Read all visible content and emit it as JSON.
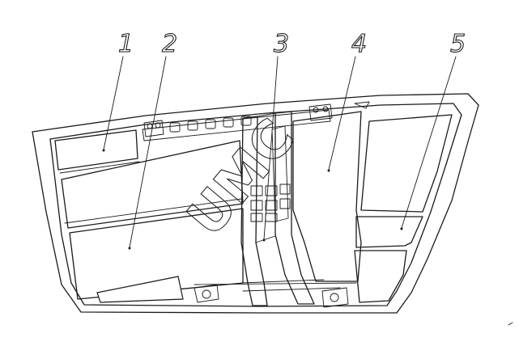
{
  "callouts": [
    {
      "number": "1"
    },
    {
      "number": "2"
    },
    {
      "number": "3"
    },
    {
      "number": "4"
    },
    {
      "number": "5"
    }
  ],
  "watermark": {
    "text": "UMC"
  },
  "colors": {
    "line": "#1a1a1a",
    "background": "#ffffff"
  }
}
